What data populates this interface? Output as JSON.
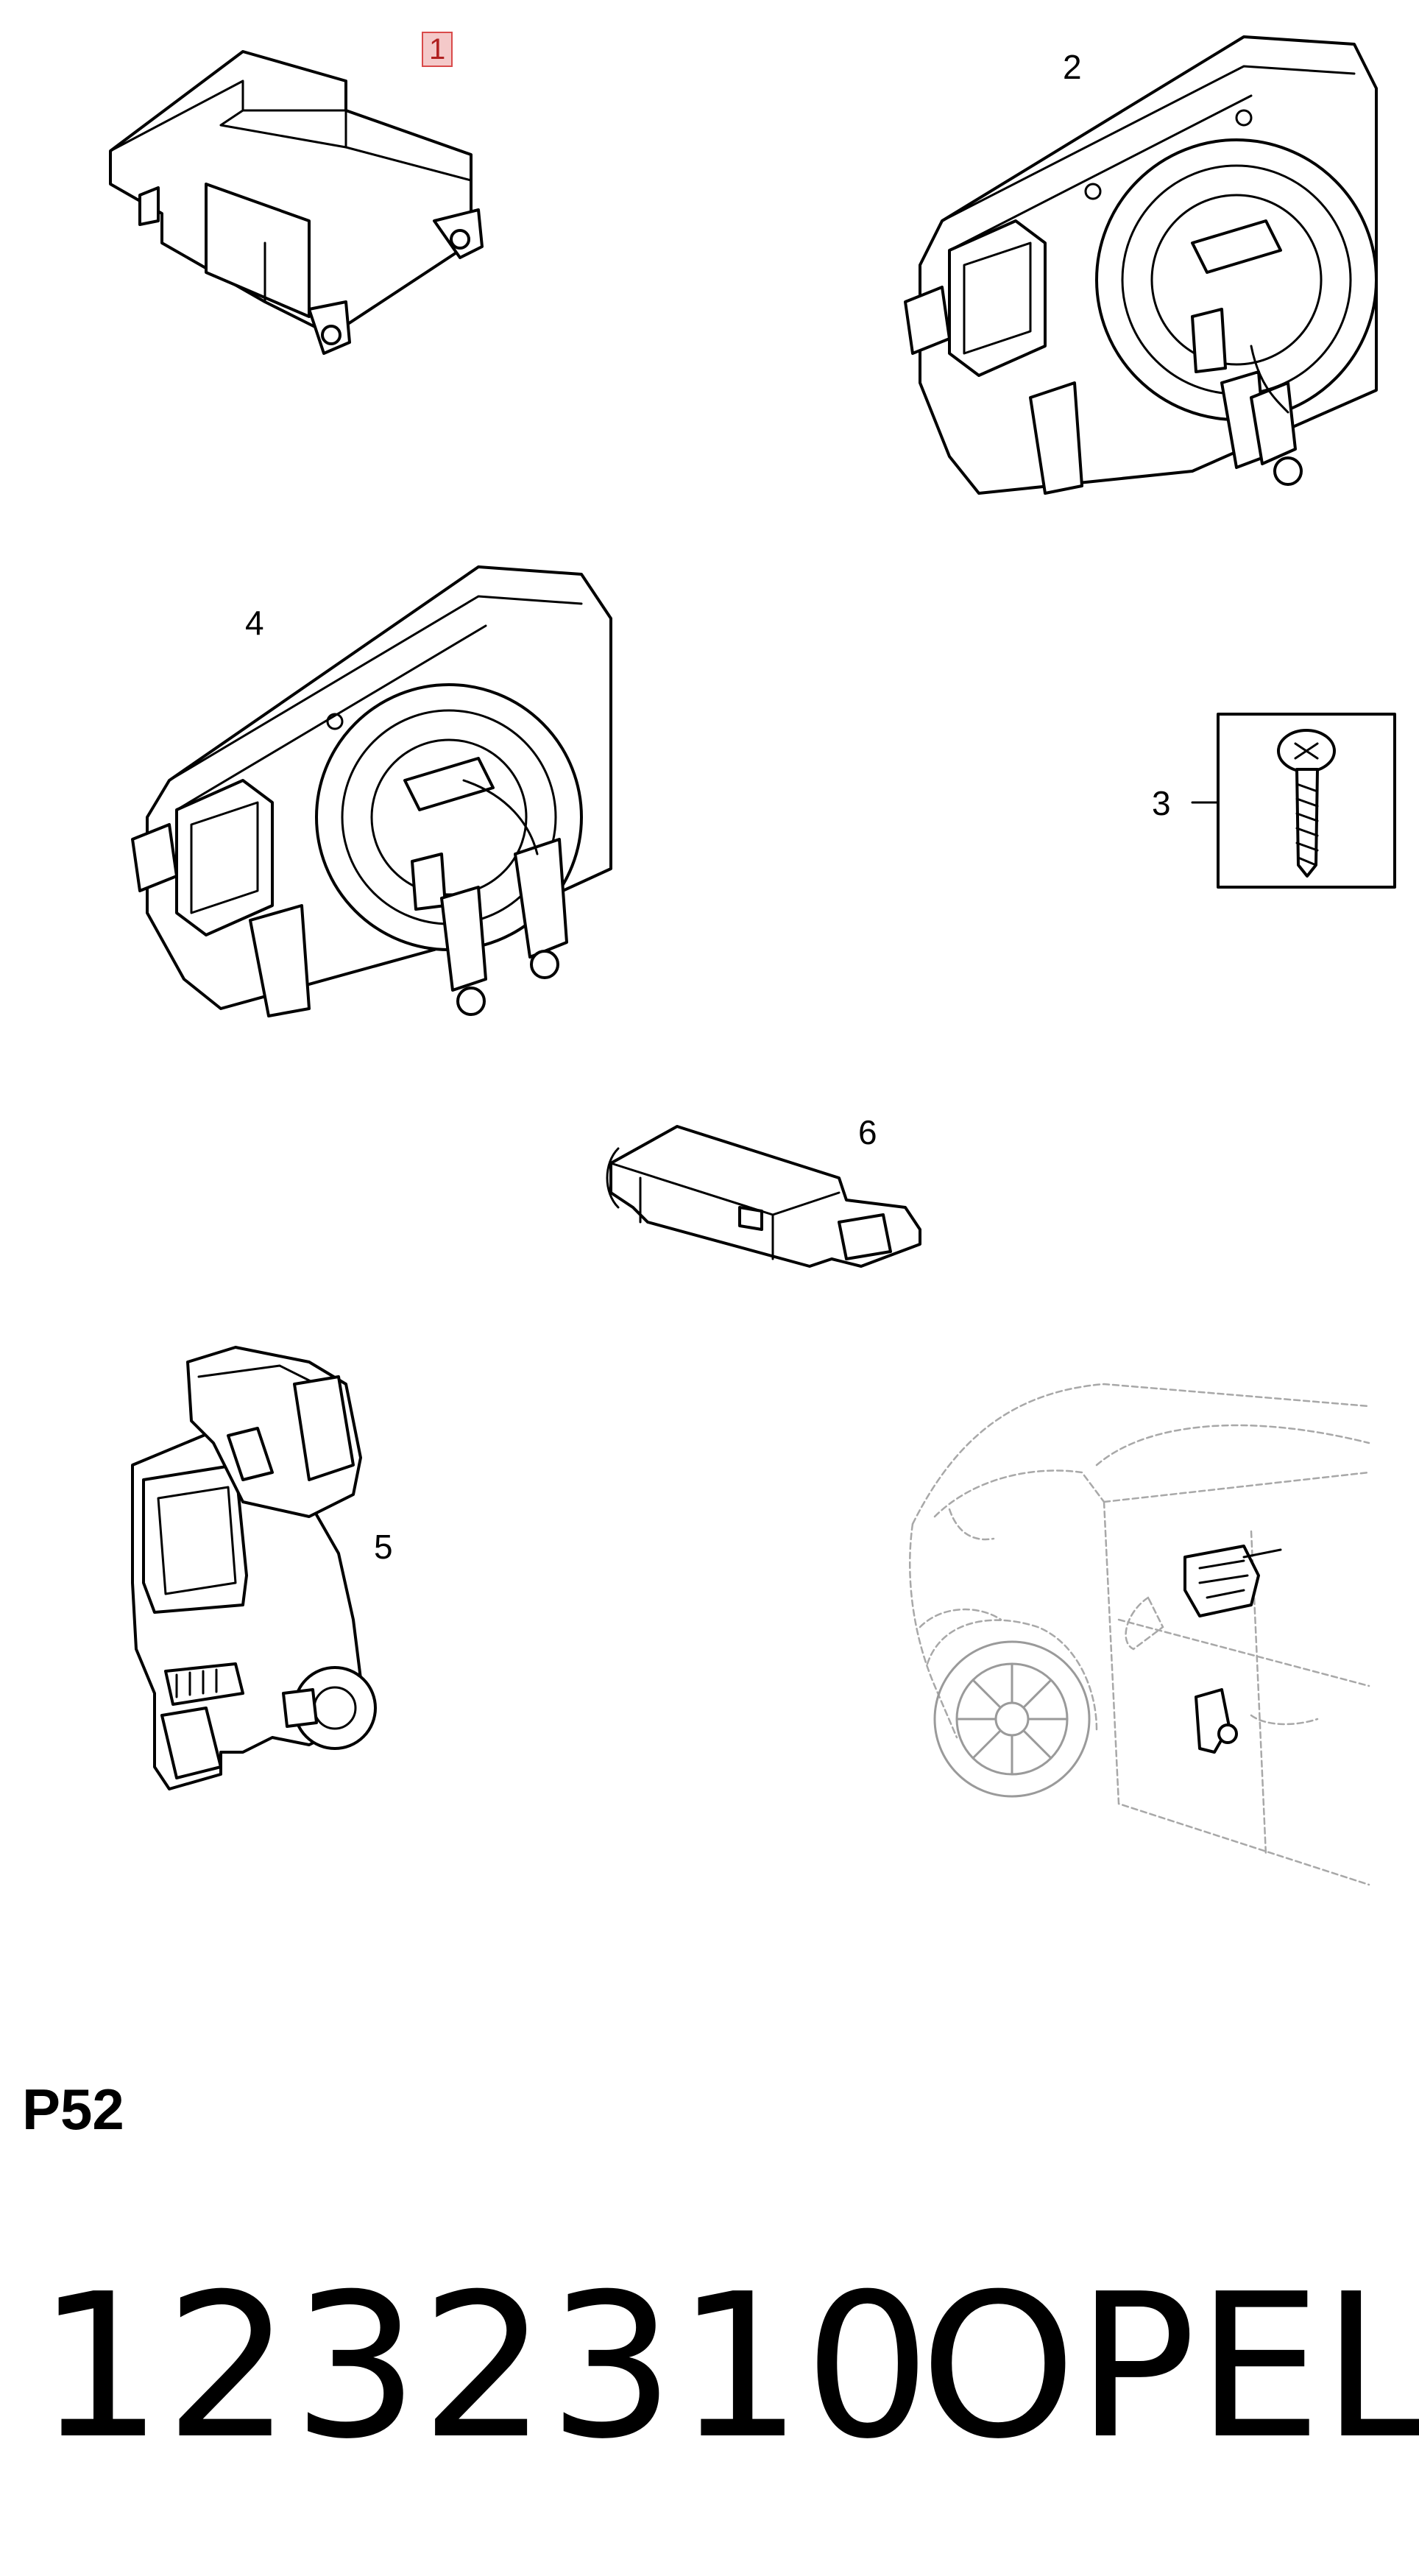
{
  "callouts": {
    "item_1": "1",
    "item_2": "2",
    "item_3": "3",
    "item_4": "4",
    "item_5": "5",
    "item_6": "6"
  },
  "footer": {
    "page_code": "P52",
    "part_number": "1232310",
    "brand": "OPEL"
  },
  "colors": {
    "callout_highlight_fill": "#f4c9c9",
    "callout_highlight_border": "#d94a4a",
    "line": "#000000",
    "car_outline": "#a8a8a8"
  }
}
